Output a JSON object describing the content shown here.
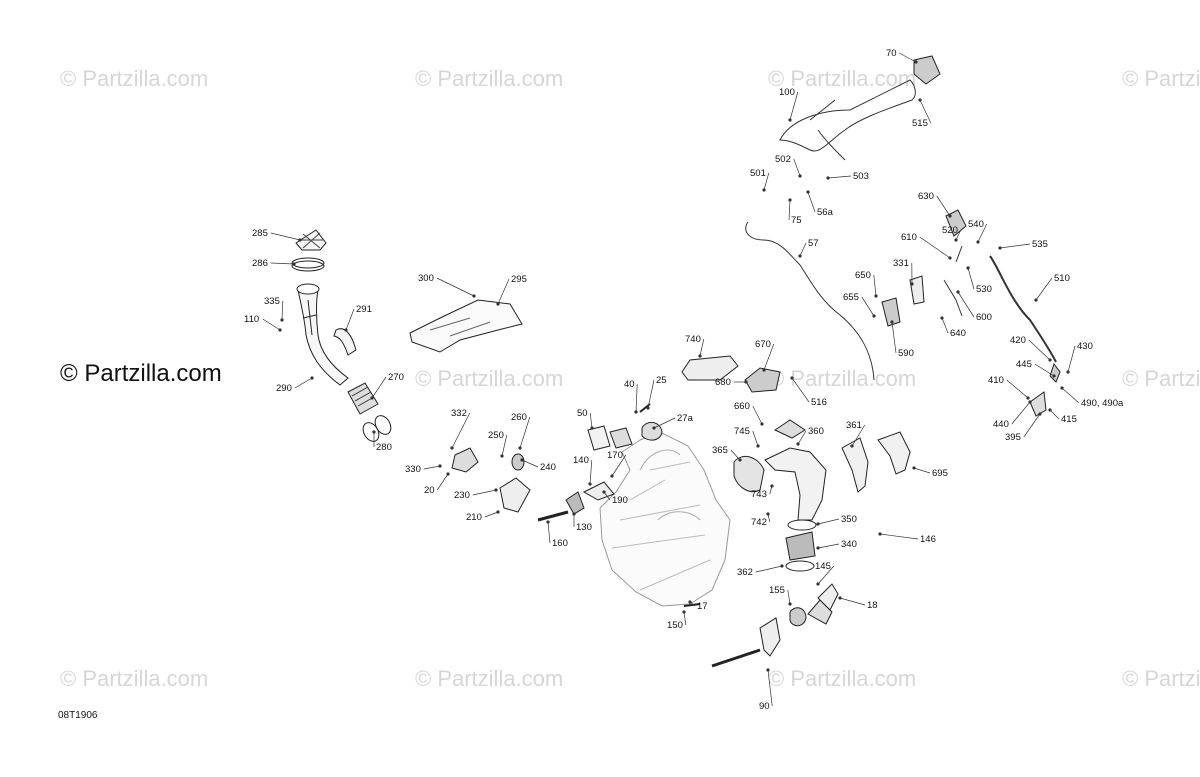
{
  "watermark": {
    "text": "© Partzilla.com",
    "main_text": "© Partzilla.com"
  },
  "diagram_code": "08T1906",
  "callouts": [
    "285",
    "286",
    "335",
    "110",
    "291",
    "290",
    "270",
    "280",
    "300",
    "295",
    "332",
    "260",
    "250",
    "330",
    "240",
    "20",
    "230",
    "210",
    "160",
    "50",
    "40",
    "25",
    "27a",
    "140",
    "170",
    "190",
    "130",
    "740",
    "670",
    "680",
    "516",
    "660",
    "745",
    "360",
    "365",
    "743",
    "742",
    "350",
    "340",
    "362",
    "361",
    "695",
    "146",
    "145",
    "155",
    "18",
    "17",
    "150",
    "90",
    "70",
    "100",
    "515",
    "502",
    "501",
    "503",
    "75",
    "56a",
    "57",
    "630",
    "520",
    "540",
    "535",
    "610",
    "331",
    "650",
    "655",
    "590",
    "600",
    "640",
    "530",
    "510",
    "420",
    "430",
    "445",
    "410",
    "440",
    "395",
    "415",
    "490, 490a"
  ]
}
